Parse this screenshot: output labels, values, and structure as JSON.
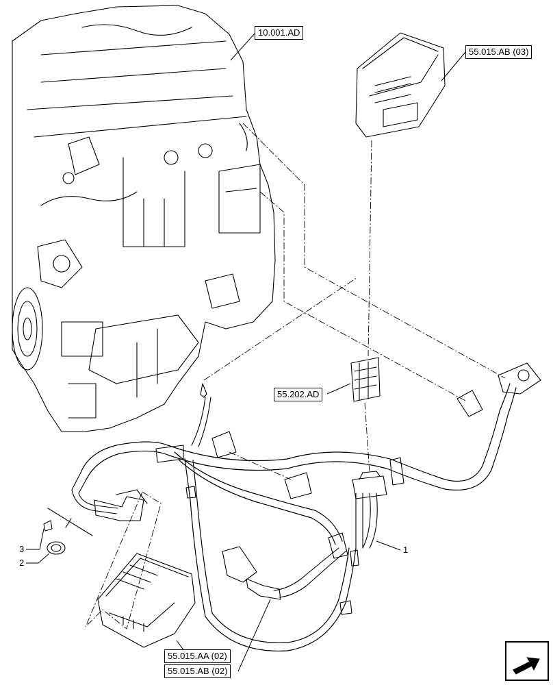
{
  "references": {
    "engine_ref": "10.001.AD",
    "module_top_ref": "55.015.AB (03)",
    "relay_ref": "55.202.AD",
    "ecu_ref_a": "55.015.AA (02)",
    "ecu_ref_b": "55.015.AB (02)"
  },
  "callouts": {
    "item_1": "1",
    "item_2": "2",
    "item_3": "3"
  },
  "icons": {
    "next_page": "arrow-icon"
  }
}
